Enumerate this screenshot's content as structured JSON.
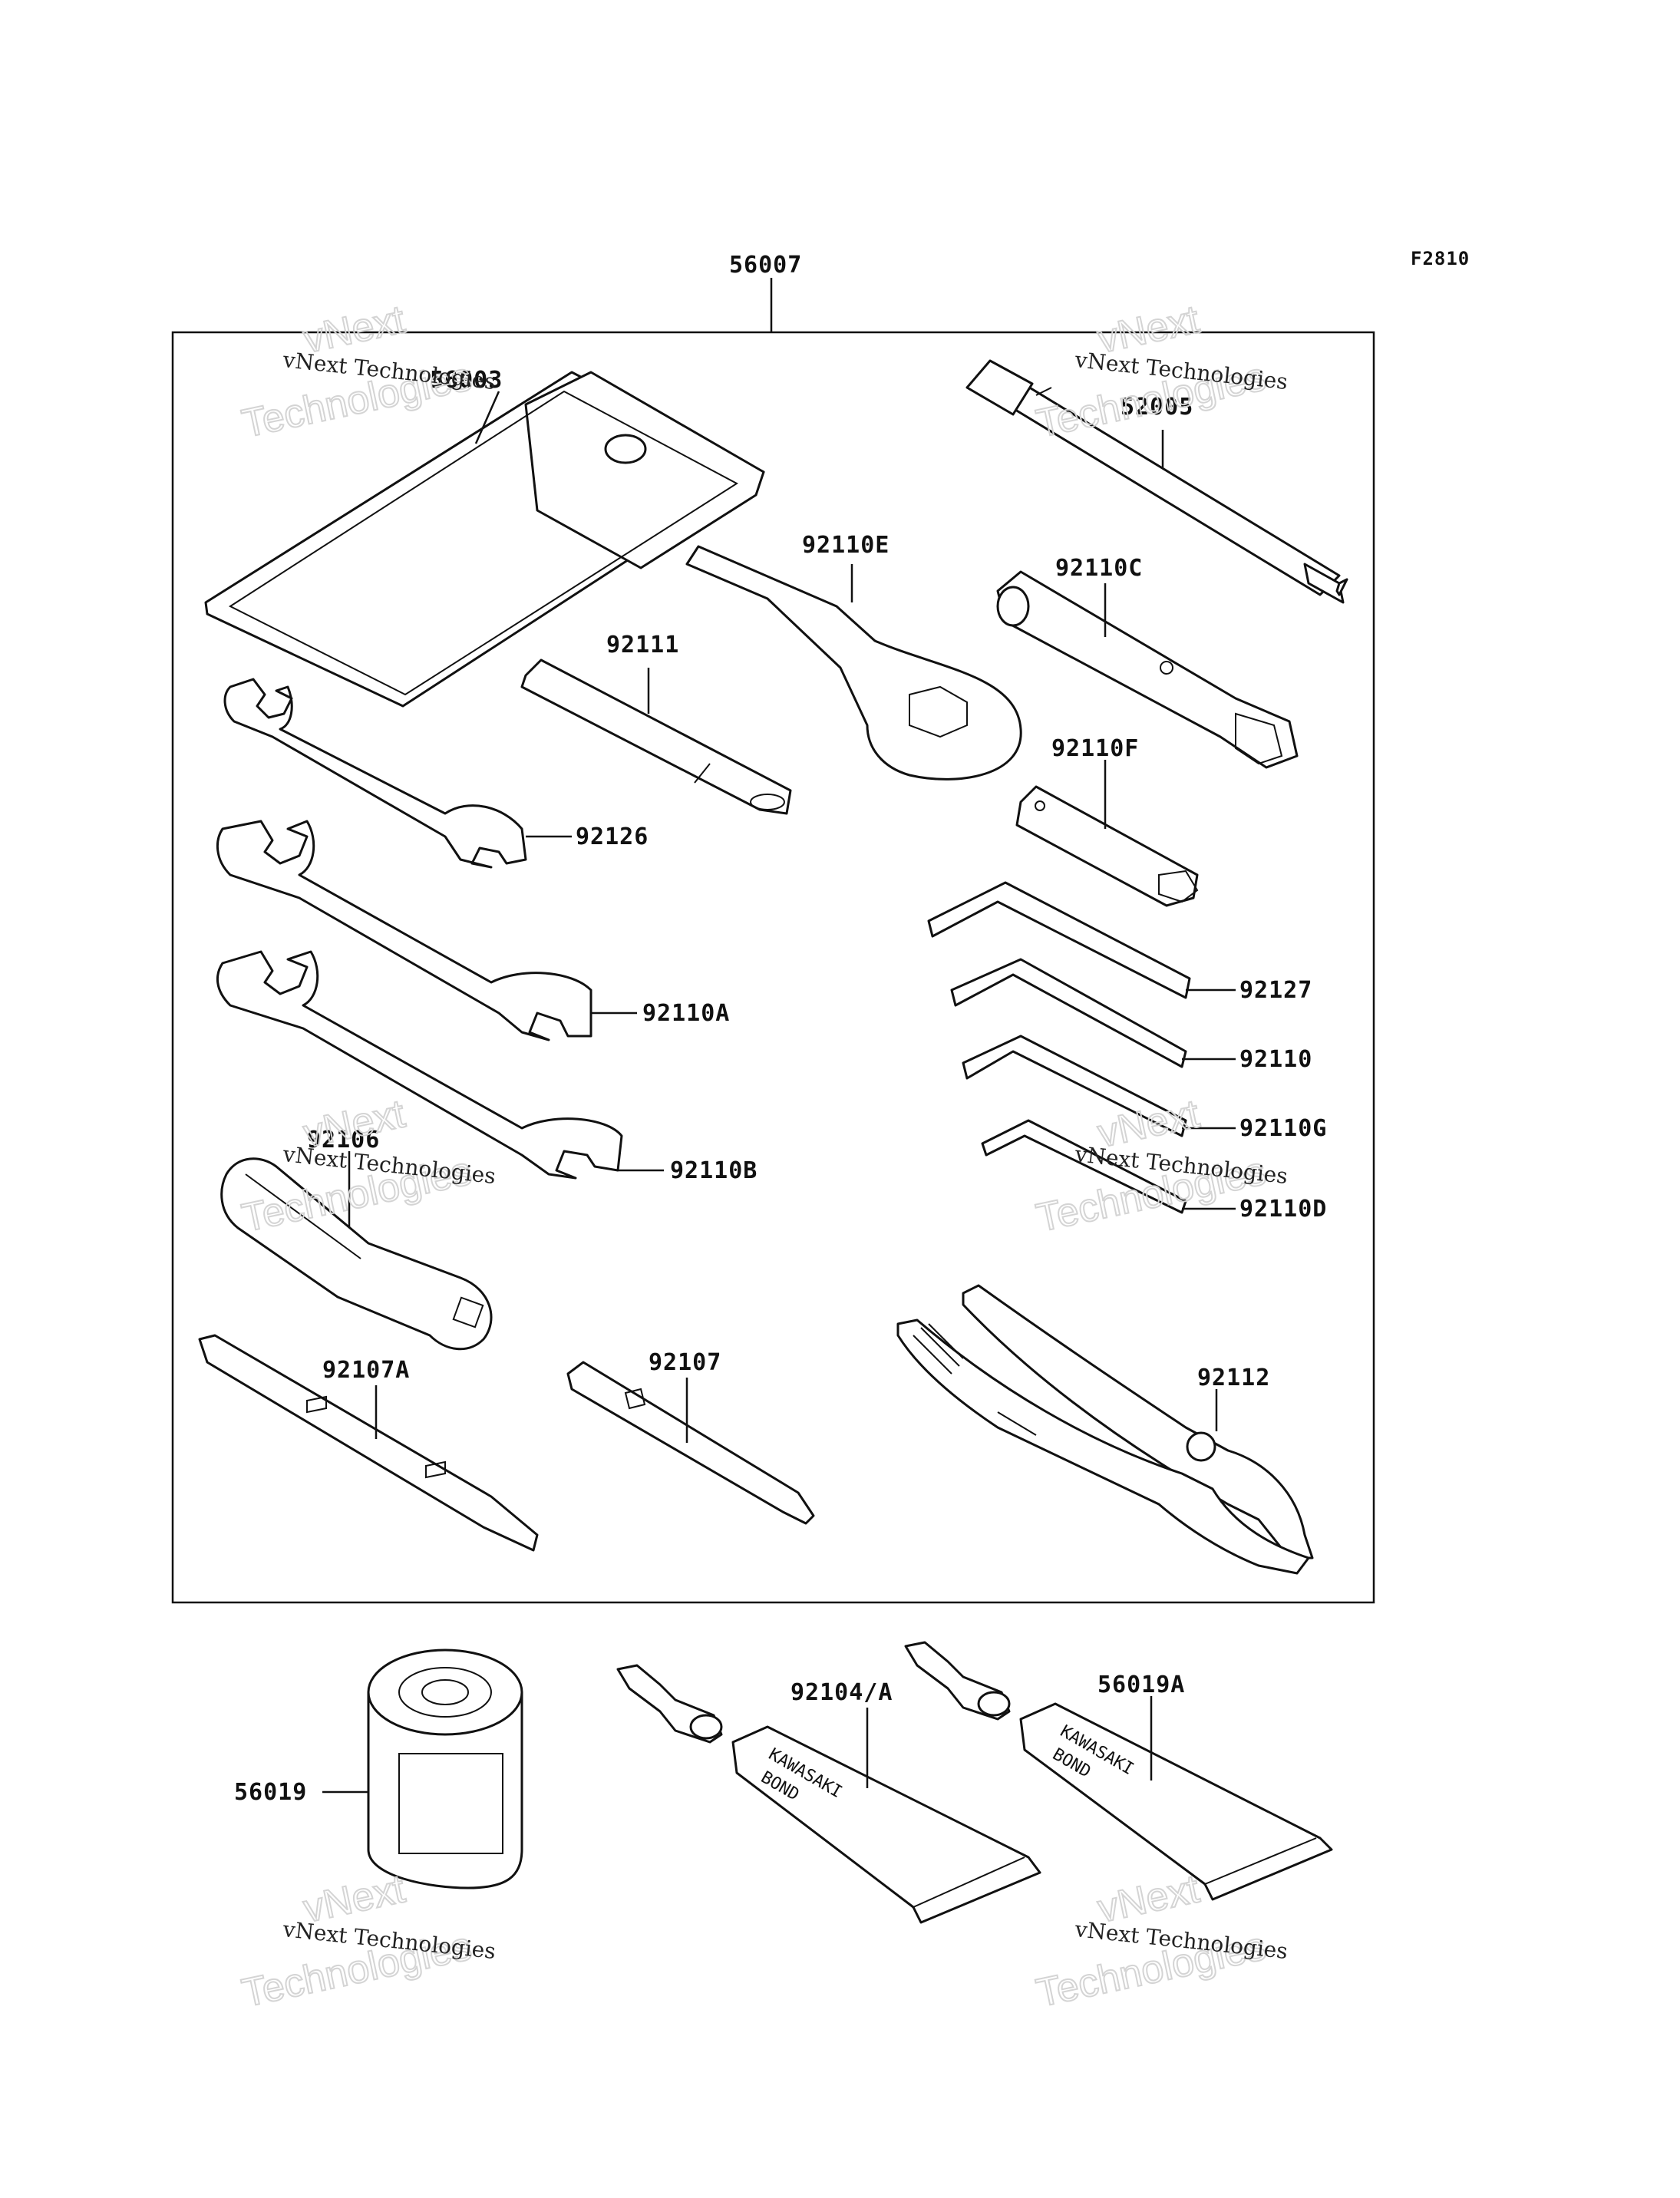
{
  "figure_ref": "F2810",
  "labels": {
    "kit": "56007",
    "pouch": "56003",
    "p52005": "52005",
    "p92110E": "92110E",
    "p92110C": "92110C",
    "p92111": "92111",
    "p92126": "92126",
    "p92110F": "92110F",
    "p92110A": "92110A",
    "p92127": "92127",
    "p92110": "92110",
    "p92110G": "92110G",
    "p92110B": "92110B",
    "p92106": "92106",
    "p92110D": "92110D",
    "p92107A": "92107A",
    "p92107": "92107",
    "p92112": "92112",
    "p56019": "56019",
    "p92104A": "92104/A",
    "p56019A": "56019A"
  },
  "tube_text": {
    "line1": "KAWASAKI",
    "line2": "BOND"
  },
  "watermark": {
    "line1": "vNext Technologies",
    "line2": "Technologies",
    "line3": "vNext"
  }
}
